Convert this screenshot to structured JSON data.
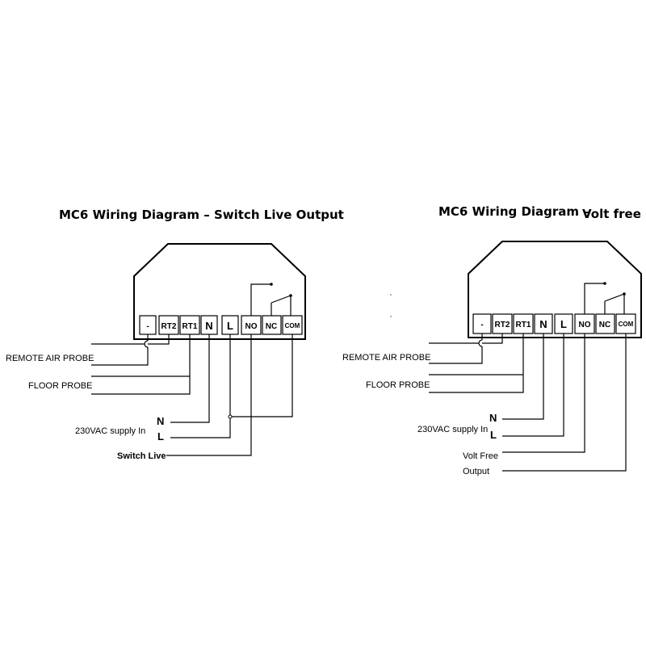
{
  "left": {
    "title": "MC6 Wiring Diagram – Switch Live Output",
    "terminals": [
      "-",
      "RT2",
      "RT1",
      "N",
      "L",
      "NO",
      "NC",
      "COM"
    ],
    "remote_air_probe": "REMOTE AIR PROBE",
    "floor_probe": "FLOOR PROBE",
    "supply": "230VAC supply In",
    "n_label": "N",
    "l_label": "L",
    "output": "Switch Live"
  },
  "right": {
    "title": "MC6 Wiring Diagram –",
    "title_suffix": "Volt free",
    "terminals": [
      "-",
      "RT2",
      "RT1",
      "N",
      "L",
      "NO",
      "NC",
      "COM"
    ],
    "remote_air_probe": "REMOTE AIR PROBE",
    "floor_probe": "FLOOR PROBE",
    "supply": "230VAC supply In",
    "n_label": "N",
    "l_label": "L",
    "output_line1": "Volt Free",
    "output_line2": "Output"
  }
}
